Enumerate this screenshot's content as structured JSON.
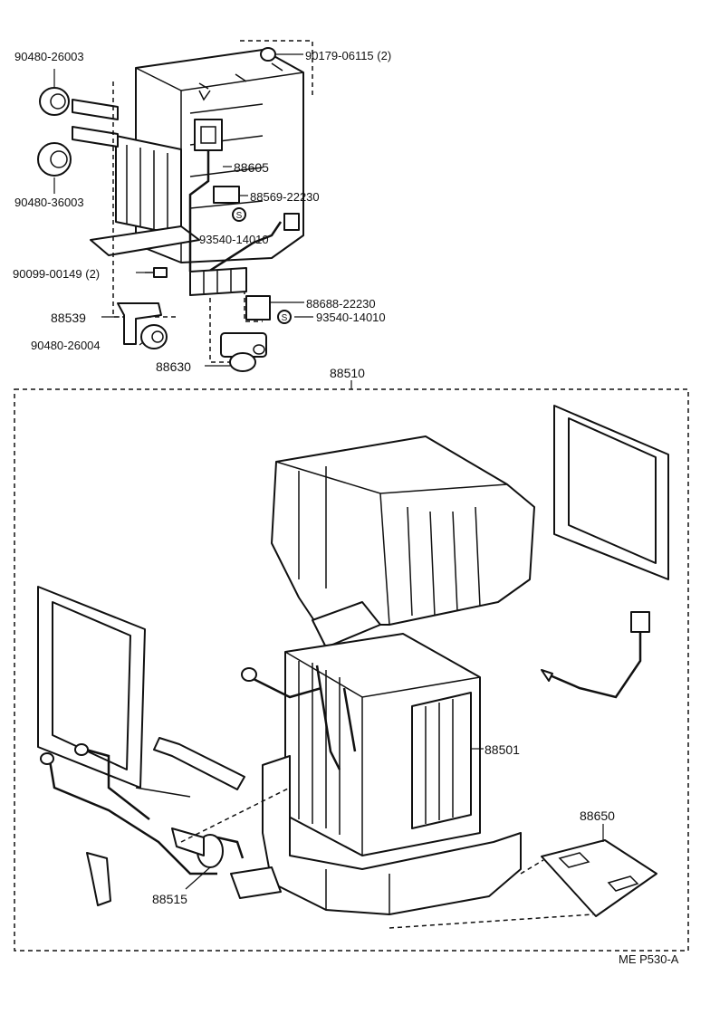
{
  "labels": {
    "p90480_26003": "90480-26003",
    "p90179_06115": "90179-06115 (2)",
    "p90480_36003": "90480-36003",
    "p88605": "88605",
    "p88569": "88569-22230",
    "p93540_a": "93540-14010",
    "p90099": "90099-00149 (2)",
    "p88688": "88688-22230",
    "p93540_b": "93540-14010",
    "p88539": "88539",
    "p90480_26004": "90480-26004",
    "p88630": "88630",
    "p88510": "88510",
    "p88501": "88501",
    "p88650": "88650",
    "p88515": "88515",
    "code": "ME P530-A"
  },
  "symbols": {
    "s": "S"
  }
}
